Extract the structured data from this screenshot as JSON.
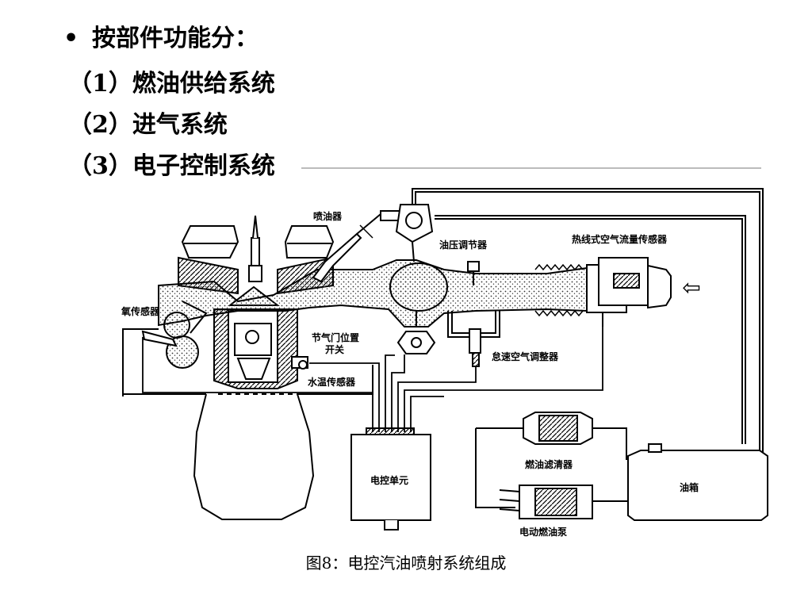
{
  "heading": {
    "bullet": "•",
    "text": "按部件功能分："
  },
  "subsystems": [
    "（1）燃油供给系统",
    "（2）进气系统",
    "（3）电子控制系统"
  ],
  "diagram": {
    "labels": {
      "injector": "喷油器",
      "pressure_regulator": "油压调节器",
      "air_flow_sensor": "热线式空气流量传感器",
      "oxygen_sensor": "氧传感器",
      "throttle_switch_line1": "节气门位置",
      "throttle_switch_line2": "开关",
      "idle_air_adjuster": "怠速空气调整器",
      "water_temp_sensor": "水温传感器",
      "fuel_filter": "燃油滤清器",
      "ecu": "电控单元",
      "fuel_tank": "油箱",
      "fuel_pump": "电动燃油泵"
    },
    "air_inlet_arrow": "⇦"
  },
  "caption": "图8：电控汽油喷射系统组成"
}
